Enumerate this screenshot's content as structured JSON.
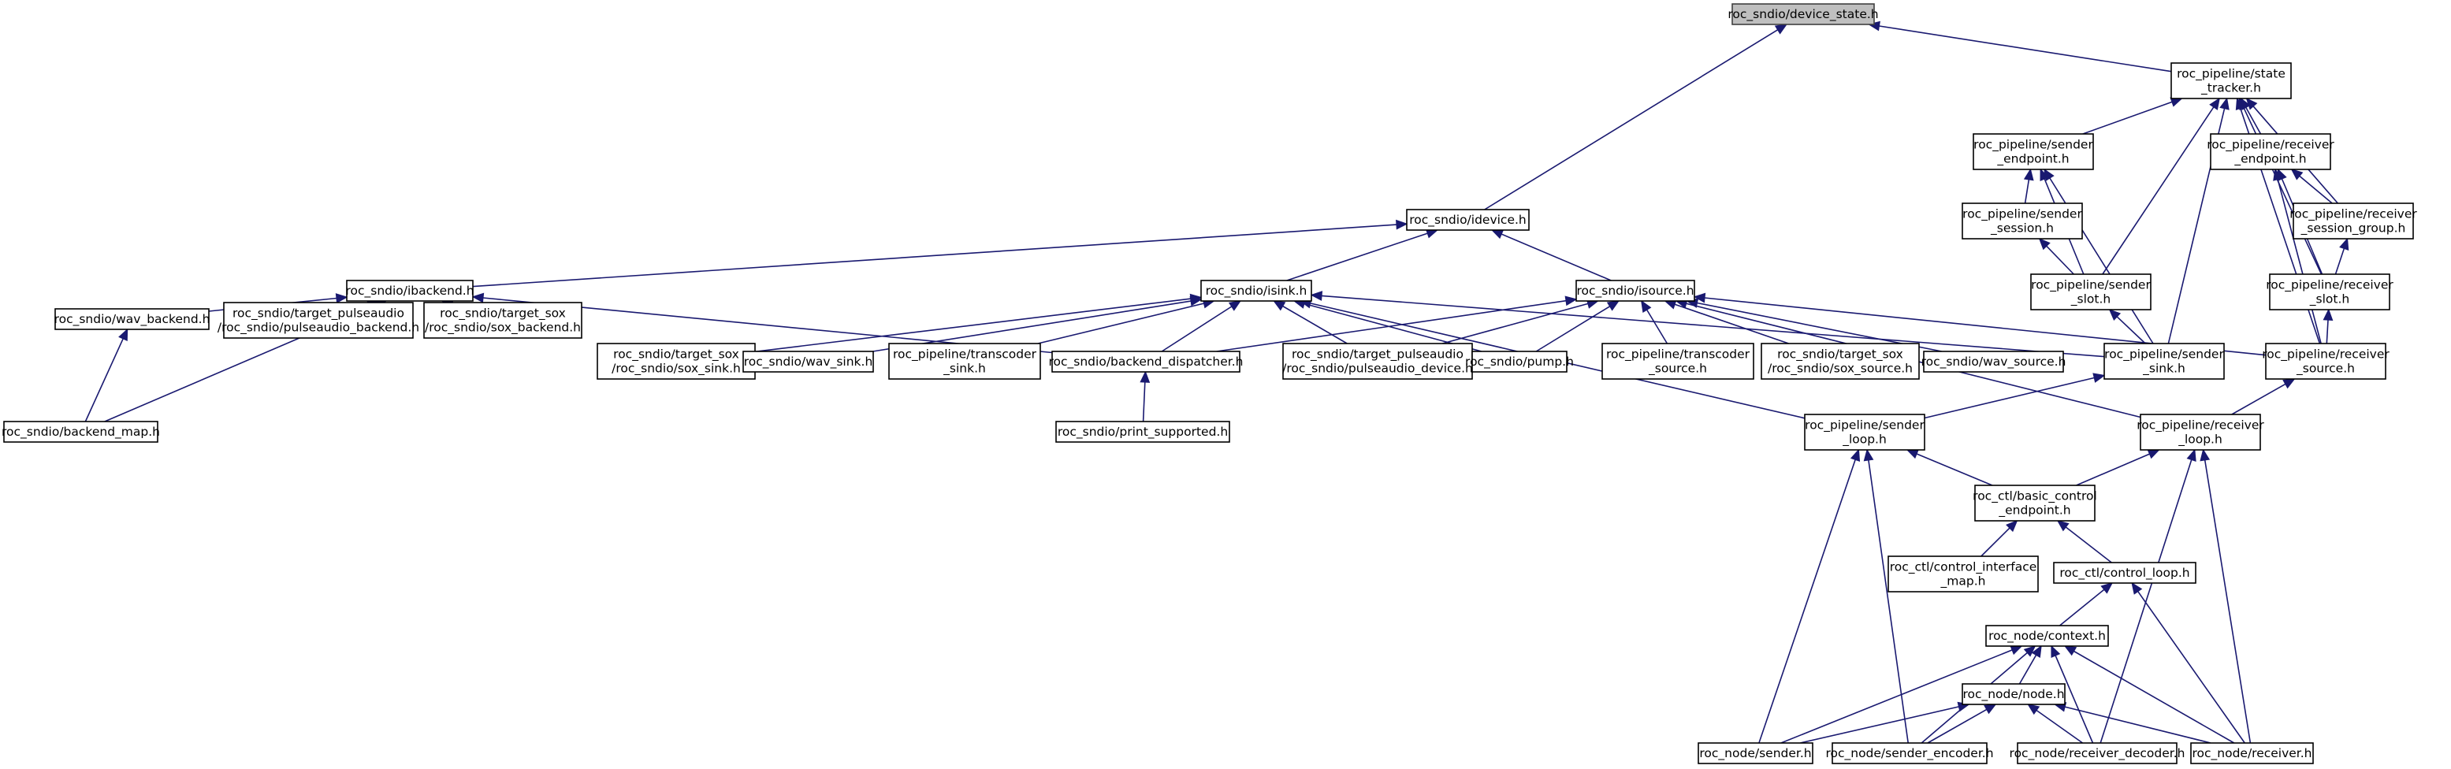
{
  "diagram": {
    "type": "include-dependency-graph",
    "colors": {
      "edge": "#191970",
      "node_border": "#000000",
      "root_fill": "#bfbfbf",
      "node_fill": "#ffffff"
    },
    "nodes": [
      {
        "id": "device_state",
        "label": [
          "roc_sndio/device_state.h"
        ],
        "root": true
      },
      {
        "id": "state_tracker",
        "label": [
          "roc_pipeline/state",
          "_tracker.h"
        ]
      },
      {
        "id": "idevice",
        "label": [
          "roc_sndio/idevice.h"
        ]
      },
      {
        "id": "sender_endpoint",
        "label": [
          "roc_pipeline/sender",
          "_endpoint.h"
        ]
      },
      {
        "id": "receiver_endpoint",
        "label": [
          "roc_pipeline/receiver",
          "_endpoint.h"
        ]
      },
      {
        "id": "sender_session",
        "label": [
          "roc_pipeline/sender",
          "_session.h"
        ]
      },
      {
        "id": "receiver_session_group",
        "label": [
          "roc_pipeline/receiver",
          "_session_group.h"
        ]
      },
      {
        "id": "ibackend",
        "label": [
          "roc_sndio/ibackend.h"
        ]
      },
      {
        "id": "isink",
        "label": [
          "roc_sndio/isink.h"
        ]
      },
      {
        "id": "isource",
        "label": [
          "roc_sndio/isource.h"
        ]
      },
      {
        "id": "sender_slot",
        "label": [
          "roc_pipeline/sender",
          "_slot.h"
        ]
      },
      {
        "id": "receiver_slot",
        "label": [
          "roc_pipeline/receiver",
          "_slot.h"
        ]
      },
      {
        "id": "wav_backend",
        "label": [
          "roc_sndio/wav_backend.h"
        ]
      },
      {
        "id": "pulse_backend",
        "label": [
          "roc_sndio/target_pulseaudio",
          "/roc_sndio/pulseaudio_backend.h"
        ]
      },
      {
        "id": "sox_backend",
        "label": [
          "roc_sndio/target_sox",
          "/roc_sndio/sox_backend.h"
        ]
      },
      {
        "id": "sox_sink",
        "label": [
          "roc_sndio/target_sox",
          "/roc_sndio/sox_sink.h"
        ]
      },
      {
        "id": "wav_sink",
        "label": [
          "roc_sndio/wav_sink.h"
        ]
      },
      {
        "id": "transcoder_sink",
        "label": [
          "roc_pipeline/transcoder",
          "_sink.h"
        ]
      },
      {
        "id": "backend_dispatcher",
        "label": [
          "roc_sndio/backend_dispatcher.h"
        ]
      },
      {
        "id": "pulse_device",
        "label": [
          "roc_sndio/target_pulseaudio",
          "/roc_sndio/pulseaudio_device.h"
        ]
      },
      {
        "id": "pump",
        "label": [
          "roc_sndio/pump.h"
        ]
      },
      {
        "id": "transcoder_source",
        "label": [
          "roc_pipeline/transcoder",
          "_source.h"
        ]
      },
      {
        "id": "sox_source",
        "label": [
          "roc_sndio/target_sox",
          "/roc_sndio/sox_source.h"
        ]
      },
      {
        "id": "wav_source",
        "label": [
          "roc_sndio/wav_source.h"
        ]
      },
      {
        "id": "sender_sink",
        "label": [
          "roc_pipeline/sender",
          "_sink.h"
        ]
      },
      {
        "id": "receiver_source",
        "label": [
          "roc_pipeline/receiver",
          "_source.h"
        ]
      },
      {
        "id": "backend_map",
        "label": [
          "roc_sndio/backend_map.h"
        ]
      },
      {
        "id": "print_supported",
        "label": [
          "roc_sndio/print_supported.h"
        ]
      },
      {
        "id": "sender_loop",
        "label": [
          "roc_pipeline/sender",
          "_loop.h"
        ]
      },
      {
        "id": "receiver_loop",
        "label": [
          "roc_pipeline/receiver",
          "_loop.h"
        ]
      },
      {
        "id": "basic_control_endpoint",
        "label": [
          "roc_ctl/basic_control",
          "_endpoint.h"
        ]
      },
      {
        "id": "control_interface_map",
        "label": [
          "roc_ctl/control_interface",
          "_map.h"
        ]
      },
      {
        "id": "control_loop",
        "label": [
          "roc_ctl/control_loop.h"
        ]
      },
      {
        "id": "context",
        "label": [
          "roc_node/context.h"
        ]
      },
      {
        "id": "node",
        "label": [
          "roc_node/node.h"
        ]
      },
      {
        "id": "sender",
        "label": [
          "roc_node/sender.h"
        ]
      },
      {
        "id": "sender_encoder",
        "label": [
          "roc_node/sender_encoder.h"
        ]
      },
      {
        "id": "receiver_decoder",
        "label": [
          "roc_node/receiver_decoder.h"
        ]
      },
      {
        "id": "receiver",
        "label": [
          "roc_node/receiver.h"
        ]
      }
    ],
    "edges": [
      [
        "state_tracker",
        "device_state"
      ],
      [
        "idevice",
        "device_state"
      ],
      [
        "sender_endpoint",
        "state_tracker"
      ],
      [
        "receiver_endpoint",
        "state_tracker"
      ],
      [
        "receiver_session_group",
        "state_tracker"
      ],
      [
        "sender_slot",
        "state_tracker"
      ],
      [
        "receiver_slot",
        "state_tracker"
      ],
      [
        "sender_sink",
        "state_tracker"
      ],
      [
        "receiver_source",
        "state_tracker"
      ],
      [
        "sender_session",
        "sender_endpoint"
      ],
      [
        "sender_slot",
        "sender_endpoint"
      ],
      [
        "sender_sink",
        "sender_endpoint"
      ],
      [
        "receiver_session_group",
        "receiver_endpoint"
      ],
      [
        "receiver_slot",
        "receiver_endpoint"
      ],
      [
        "receiver_source",
        "receiver_endpoint"
      ],
      [
        "sender_slot",
        "sender_session"
      ],
      [
        "receiver_slot",
        "receiver_session_group"
      ],
      [
        "sender_sink",
        "sender_slot"
      ],
      [
        "receiver_source",
        "receiver_slot"
      ],
      [
        "ibackend",
        "idevice"
      ],
      [
        "isink",
        "idevice"
      ],
      [
        "isource",
        "idevice"
      ],
      [
        "wav_backend",
        "ibackend"
      ],
      [
        "pulse_backend",
        "ibackend"
      ],
      [
        "sox_backend",
        "ibackend"
      ],
      [
        "backend_dispatcher",
        "ibackend"
      ],
      [
        "backend_map",
        "ibackend"
      ],
      [
        "sox_sink",
        "isink"
      ],
      [
        "wav_sink",
        "isink"
      ],
      [
        "transcoder_sink",
        "isink"
      ],
      [
        "backend_dispatcher",
        "isink"
      ],
      [
        "pulse_device",
        "isink"
      ],
      [
        "pump",
        "isink"
      ],
      [
        "sender_sink",
        "isink"
      ],
      [
        "sender_loop",
        "isink"
      ],
      [
        "backend_dispatcher",
        "isource"
      ],
      [
        "pulse_device",
        "isource"
      ],
      [
        "pump",
        "isource"
      ],
      [
        "transcoder_source",
        "isource"
      ],
      [
        "sox_source",
        "isource"
      ],
      [
        "wav_source",
        "isource"
      ],
      [
        "receiver_source",
        "isource"
      ],
      [
        "receiver_loop",
        "isource"
      ],
      [
        "backend_map",
        "wav_backend"
      ],
      [
        "print_supported",
        "backend_dispatcher"
      ],
      [
        "sender_loop",
        "sender_sink"
      ],
      [
        "receiver_loop",
        "receiver_source"
      ],
      [
        "basic_control_endpoint",
        "sender_loop"
      ],
      [
        "sender",
        "sender_loop"
      ],
      [
        "sender_encoder",
        "sender_loop"
      ],
      [
        "basic_control_endpoint",
        "receiver_loop"
      ],
      [
        "receiver_decoder",
        "receiver_loop"
      ],
      [
        "receiver",
        "receiver_loop"
      ],
      [
        "control_interface_map",
        "basic_control_endpoint"
      ],
      [
        "control_loop",
        "basic_control_endpoint"
      ],
      [
        "context",
        "control_loop"
      ],
      [
        "receiver",
        "control_loop"
      ],
      [
        "node",
        "context"
      ],
      [
        "sender",
        "context"
      ],
      [
        "sender_encoder",
        "context"
      ],
      [
        "receiver_decoder",
        "context"
      ],
      [
        "receiver",
        "context"
      ],
      [
        "sender",
        "node"
      ],
      [
        "sender_encoder",
        "node"
      ],
      [
        "receiver_decoder",
        "node"
      ],
      [
        "receiver",
        "node"
      ]
    ]
  }
}
